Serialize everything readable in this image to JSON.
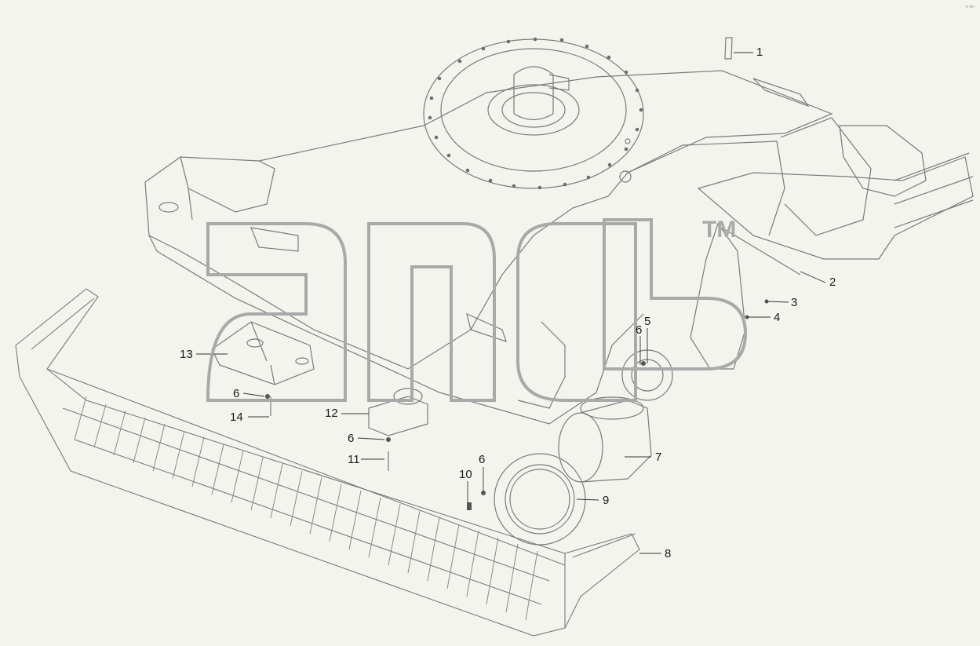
{
  "diagram": {
    "callouts": [
      {
        "id": "c1",
        "label": "1"
      },
      {
        "id": "c2",
        "label": "2"
      },
      {
        "id": "c3",
        "label": "3"
      },
      {
        "id": "c4",
        "label": "4"
      },
      {
        "id": "c5",
        "label": "5"
      },
      {
        "id": "c6a",
        "label": "6"
      },
      {
        "id": "c6b",
        "label": "6"
      },
      {
        "id": "c6c",
        "label": "6"
      },
      {
        "id": "c6d",
        "label": "6"
      },
      {
        "id": "c7",
        "label": "7"
      },
      {
        "id": "c8",
        "label": "8"
      },
      {
        "id": "c9",
        "label": "9"
      },
      {
        "id": "c10",
        "label": "10"
      },
      {
        "id": "c11",
        "label": "11"
      },
      {
        "id": "c12",
        "label": "12"
      },
      {
        "id": "c13",
        "label": "13"
      },
      {
        "id": "c14",
        "label": "14"
      }
    ],
    "watermark": "ang",
    "trademark": "TM",
    "corner_mark": "⁰ ⁰⁰"
  },
  "colors": {
    "line": "#7a7a7a",
    "leader": "#333333",
    "watermark": "#a9a9a9",
    "background": "#f4f4ee"
  }
}
